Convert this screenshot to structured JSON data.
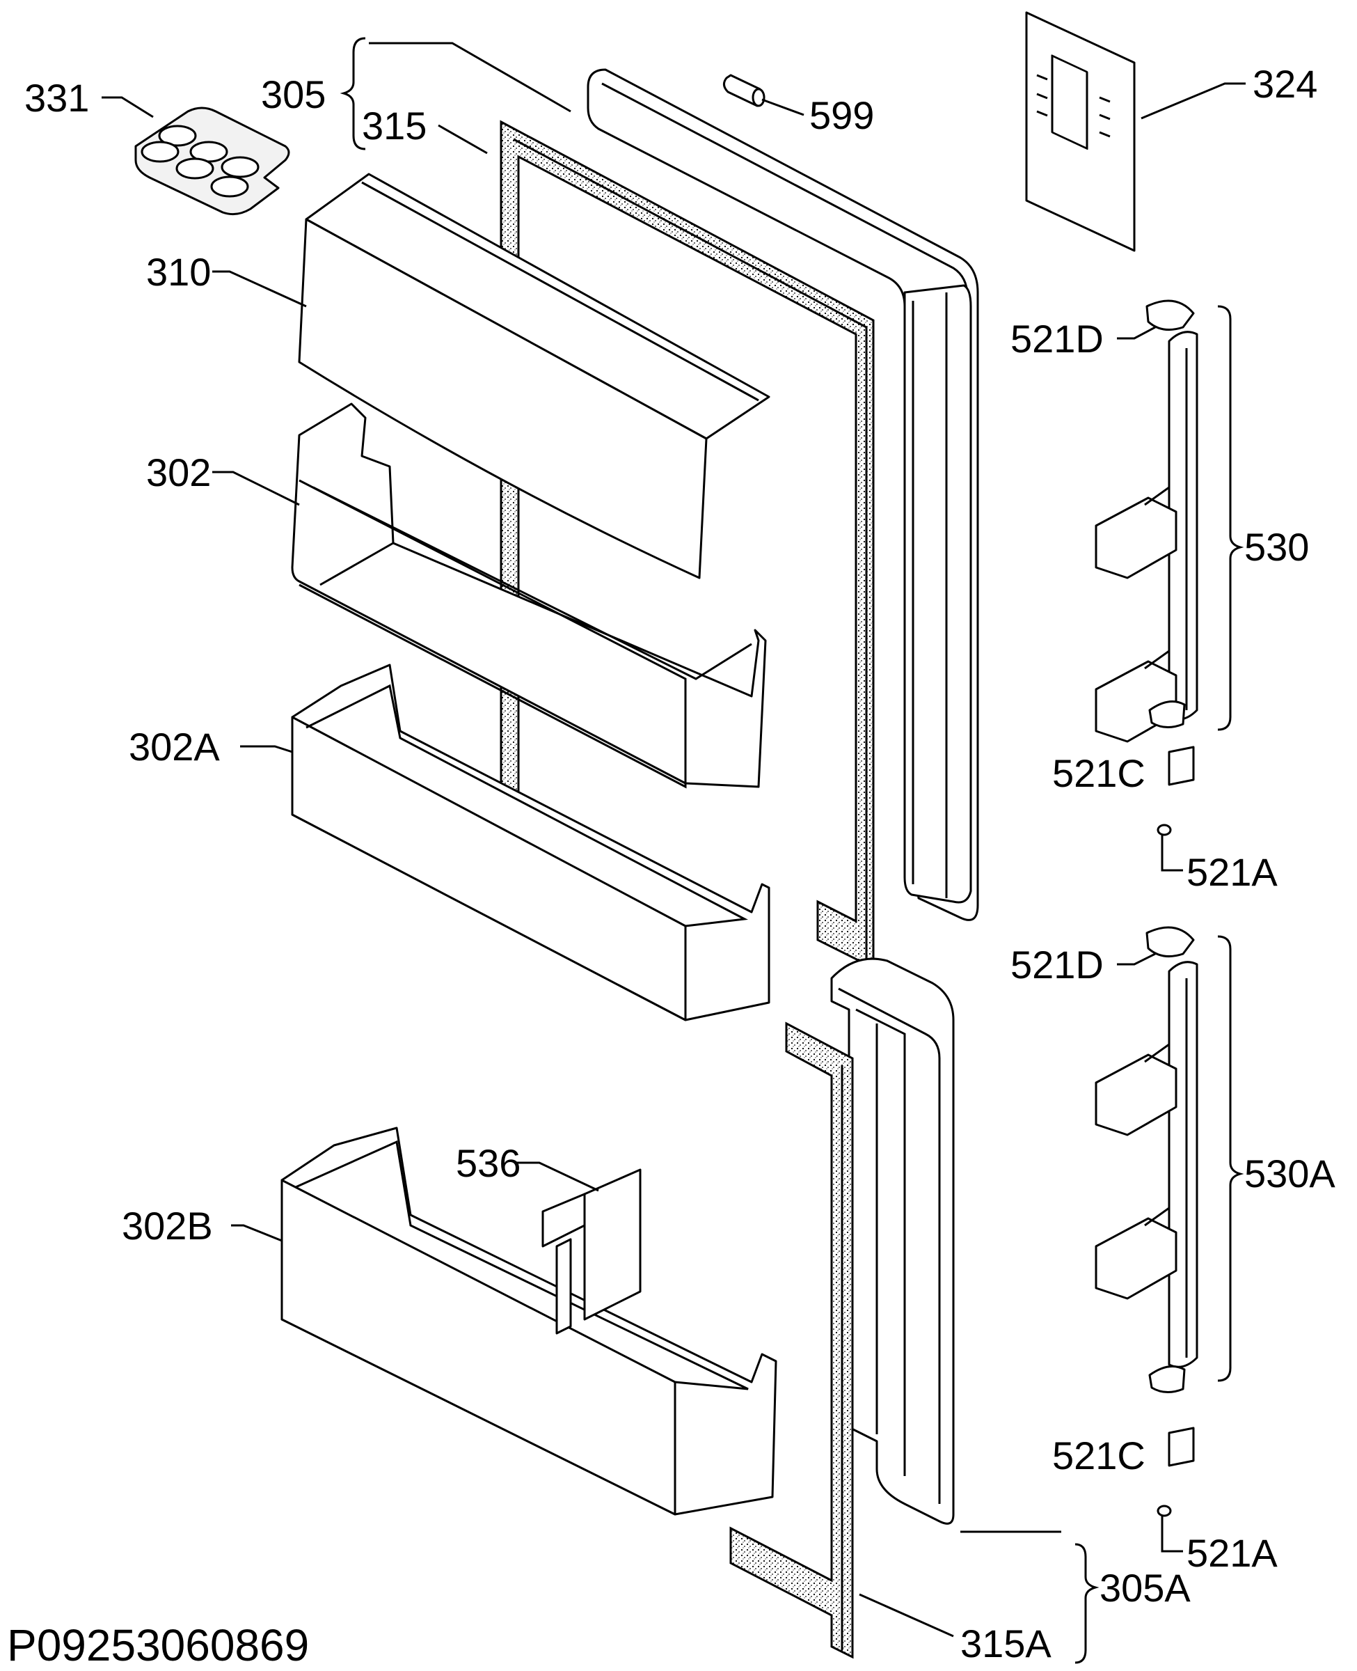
{
  "document_id": "P09253060869",
  "colors": {
    "ink": "#000000",
    "paper": "#ffffff"
  },
  "parts": [
    {
      "key": "p331",
      "label": "331"
    },
    {
      "key": "p305",
      "label": "305"
    },
    {
      "key": "p315",
      "label": "315"
    },
    {
      "key": "p599",
      "label": "599"
    },
    {
      "key": "p324",
      "label": "324"
    },
    {
      "key": "p310",
      "label": "310"
    },
    {
      "key": "p302",
      "label": "302"
    },
    {
      "key": "p302A",
      "label": "302A"
    },
    {
      "key": "p302B",
      "label": "302B"
    },
    {
      "key": "p536",
      "label": "536"
    },
    {
      "key": "p521D_top",
      "label": "521D"
    },
    {
      "key": "p530",
      "label": "530"
    },
    {
      "key": "p521C_top",
      "label": "521C"
    },
    {
      "key": "p521A_top",
      "label": "521A"
    },
    {
      "key": "p521D_bot",
      "label": "521D"
    },
    {
      "key": "p530A",
      "label": "530A"
    },
    {
      "key": "p521C_bot",
      "label": "521C"
    },
    {
      "key": "p521A_bot",
      "label": "521A"
    },
    {
      "key": "p305A",
      "label": "305A"
    },
    {
      "key": "p315A",
      "label": "315A"
    }
  ]
}
